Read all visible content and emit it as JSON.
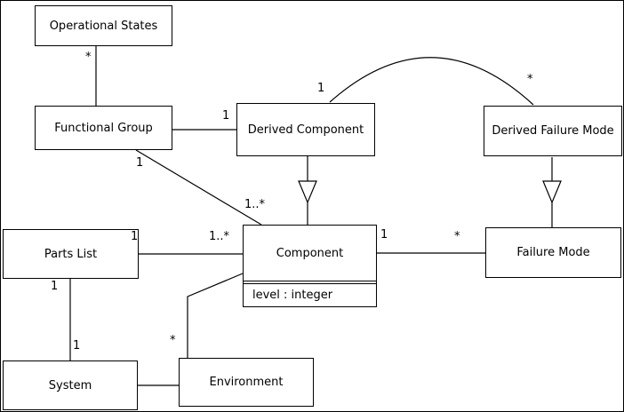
{
  "diagram": {
    "boxes": {
      "operational_states": {
        "label": "Operational States"
      },
      "functional_group": {
        "label": "Functional Group"
      },
      "derived_component": {
        "label": "Derived Component"
      },
      "derived_failure_mode": {
        "label": "Derived Failure Mode"
      },
      "parts_list": {
        "label": "Parts List"
      },
      "component": {
        "label": "Component",
        "attribute": "level : integer"
      },
      "failure_mode": {
        "label": "Failure Mode"
      },
      "system": {
        "label": "System"
      },
      "environment": {
        "label": "Environment"
      }
    },
    "multiplicities": {
      "operational_states_end": "*",
      "derived_component_assoc_end": "1",
      "derived_component_arc_end": "1",
      "derived_failure_mode_arc_end": "*",
      "functional_group_component_start": "1",
      "functional_group_component_end": "1..*",
      "parts_list_end": "1",
      "component_parts_end": "1..*",
      "component_failure_end": "1",
      "failure_mode_end": "*",
      "parts_list_system_start": "1",
      "system_end": "1",
      "environment_end": "*"
    }
  }
}
